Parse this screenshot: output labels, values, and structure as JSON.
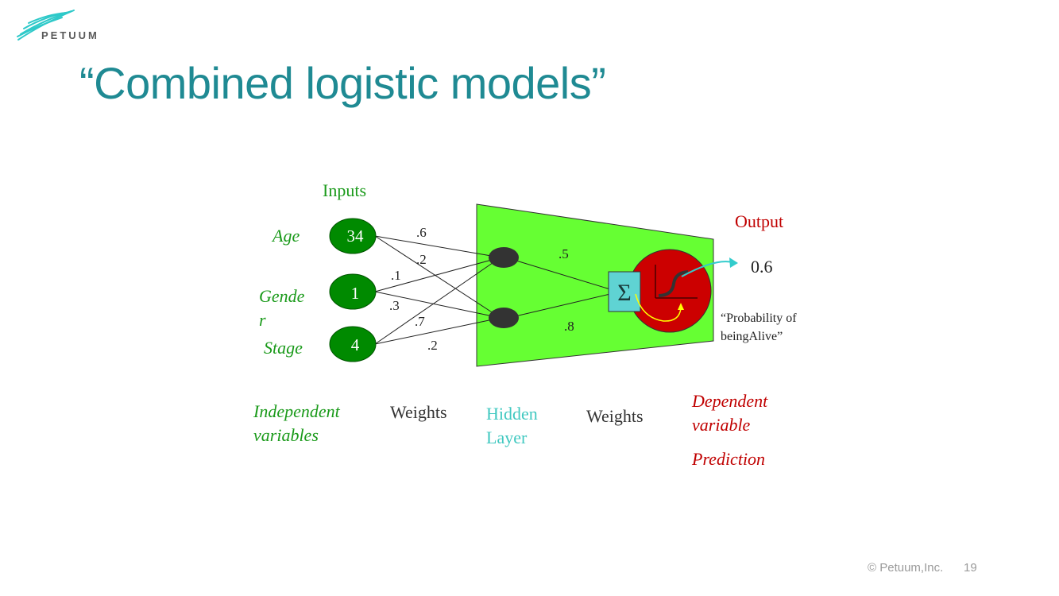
{
  "brand": {
    "logo_text": "PETUUM",
    "logo_color": "#2ec9c9"
  },
  "slide": {
    "title": "“Combined logistic models”",
    "footer": "© Petuum,Inc.",
    "page_number": "19"
  },
  "diagram": {
    "inputs_heading": "Inputs",
    "output_heading": "Output",
    "input_nodes": [
      {
        "label": "Age",
        "value": "34"
      },
      {
        "label": "Gender",
        "label_line1": "Gende",
        "label_line2": "r",
        "value": "1"
      },
      {
        "label": "Stage",
        "value": "4"
      }
    ],
    "input_weights": [
      {
        "from": "Age",
        "to": "hidden-1",
        "value": ".6"
      },
      {
        "from": "Age",
        "to": "hidden-2",
        "value": ".2"
      },
      {
        "from": "Gender",
        "to": "hidden-1",
        "value": ".1"
      },
      {
        "from": "Gender",
        "to": "hidden-2",
        "value": ".3"
      },
      {
        "from": "Stage",
        "to": "hidden-1",
        "value": ".7"
      },
      {
        "from": "Stage",
        "to": "hidden-2",
        "value": ".2"
      }
    ],
    "hidden_weights": [
      {
        "from": "hidden-1",
        "to": "sum",
        "value": ".5"
      },
      {
        "from": "hidden-2",
        "to": "sum",
        "value": ".8"
      }
    ],
    "sum_symbol": "Σ",
    "output_value": "0.6",
    "output_caption_line1": "“Probability of",
    "output_caption_line2": "beingAlive”",
    "bottom_labels": {
      "independent": [
        "Independent",
        "variables"
      ],
      "weights1": "Weights",
      "hidden": [
        "Hidden",
        "Layer"
      ],
      "weights2": "Weights",
      "dependent": [
        "Dependent",
        "variable"
      ],
      "prediction": "Prediction"
    },
    "colors": {
      "input_green": "#008a00",
      "label_green": "#1a9a1a",
      "hidden_bg": "#66ff33",
      "hidden_node": "#333333",
      "sum_box": "#5fd3d3",
      "output_red": "#cc0000",
      "output_text_red": "#c00000",
      "hidden_label_teal": "#40c8c0",
      "arrow_cyan": "#33cccc",
      "arrow_yellow": "#ffff00"
    }
  }
}
